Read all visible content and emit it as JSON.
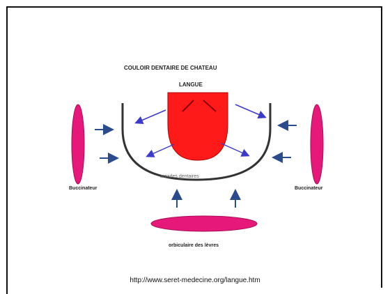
{
  "diagram": {
    "title": "COULOIR DENTAIRE DE CHATEAU",
    "tongue_label": "LANGUE",
    "arch_label": "arcades dentaires",
    "left_muscle_label": "Buccinateur",
    "right_muscle_label": "Buccinateur",
    "lip_muscle_label": "orbiculaire des lèvres",
    "colors": {
      "tongue": "#ff1a1a",
      "muscle": "#e6197a",
      "arrow": "#2b4c8c",
      "inner_arrow": "#3b3bc9",
      "arch": "#333333"
    }
  },
  "source_url": "http://www.seret-medecine.org/langue.htm"
}
